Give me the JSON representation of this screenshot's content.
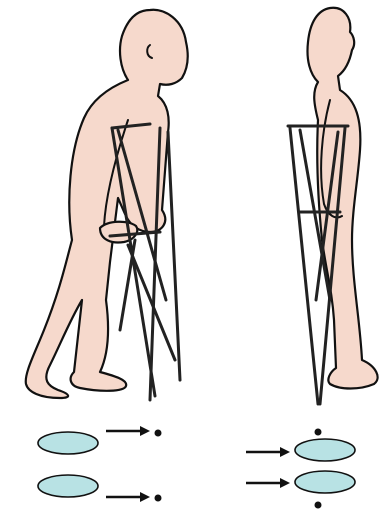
{
  "colors": {
    "skin": "#f6d9cc",
    "outline": "#111111",
    "footprint": "#b8e2e4",
    "crutch": "#222222",
    "background": "#ffffff"
  },
  "figures": [
    {
      "name": "crutch-gait-figure-step-1",
      "role": "person leaning forward on crutches"
    },
    {
      "name": "crutch-gait-figure-step-2",
      "role": "person standing upright on crutches"
    }
  ],
  "step_diagram": [
    {
      "panel": "left",
      "footprints": 2,
      "crutch_tip_marks": 2,
      "arrow_direction": "right"
    },
    {
      "panel": "right",
      "footprints": 2,
      "crutch_tip_marks": 2,
      "arrow_direction": "right"
    }
  ]
}
